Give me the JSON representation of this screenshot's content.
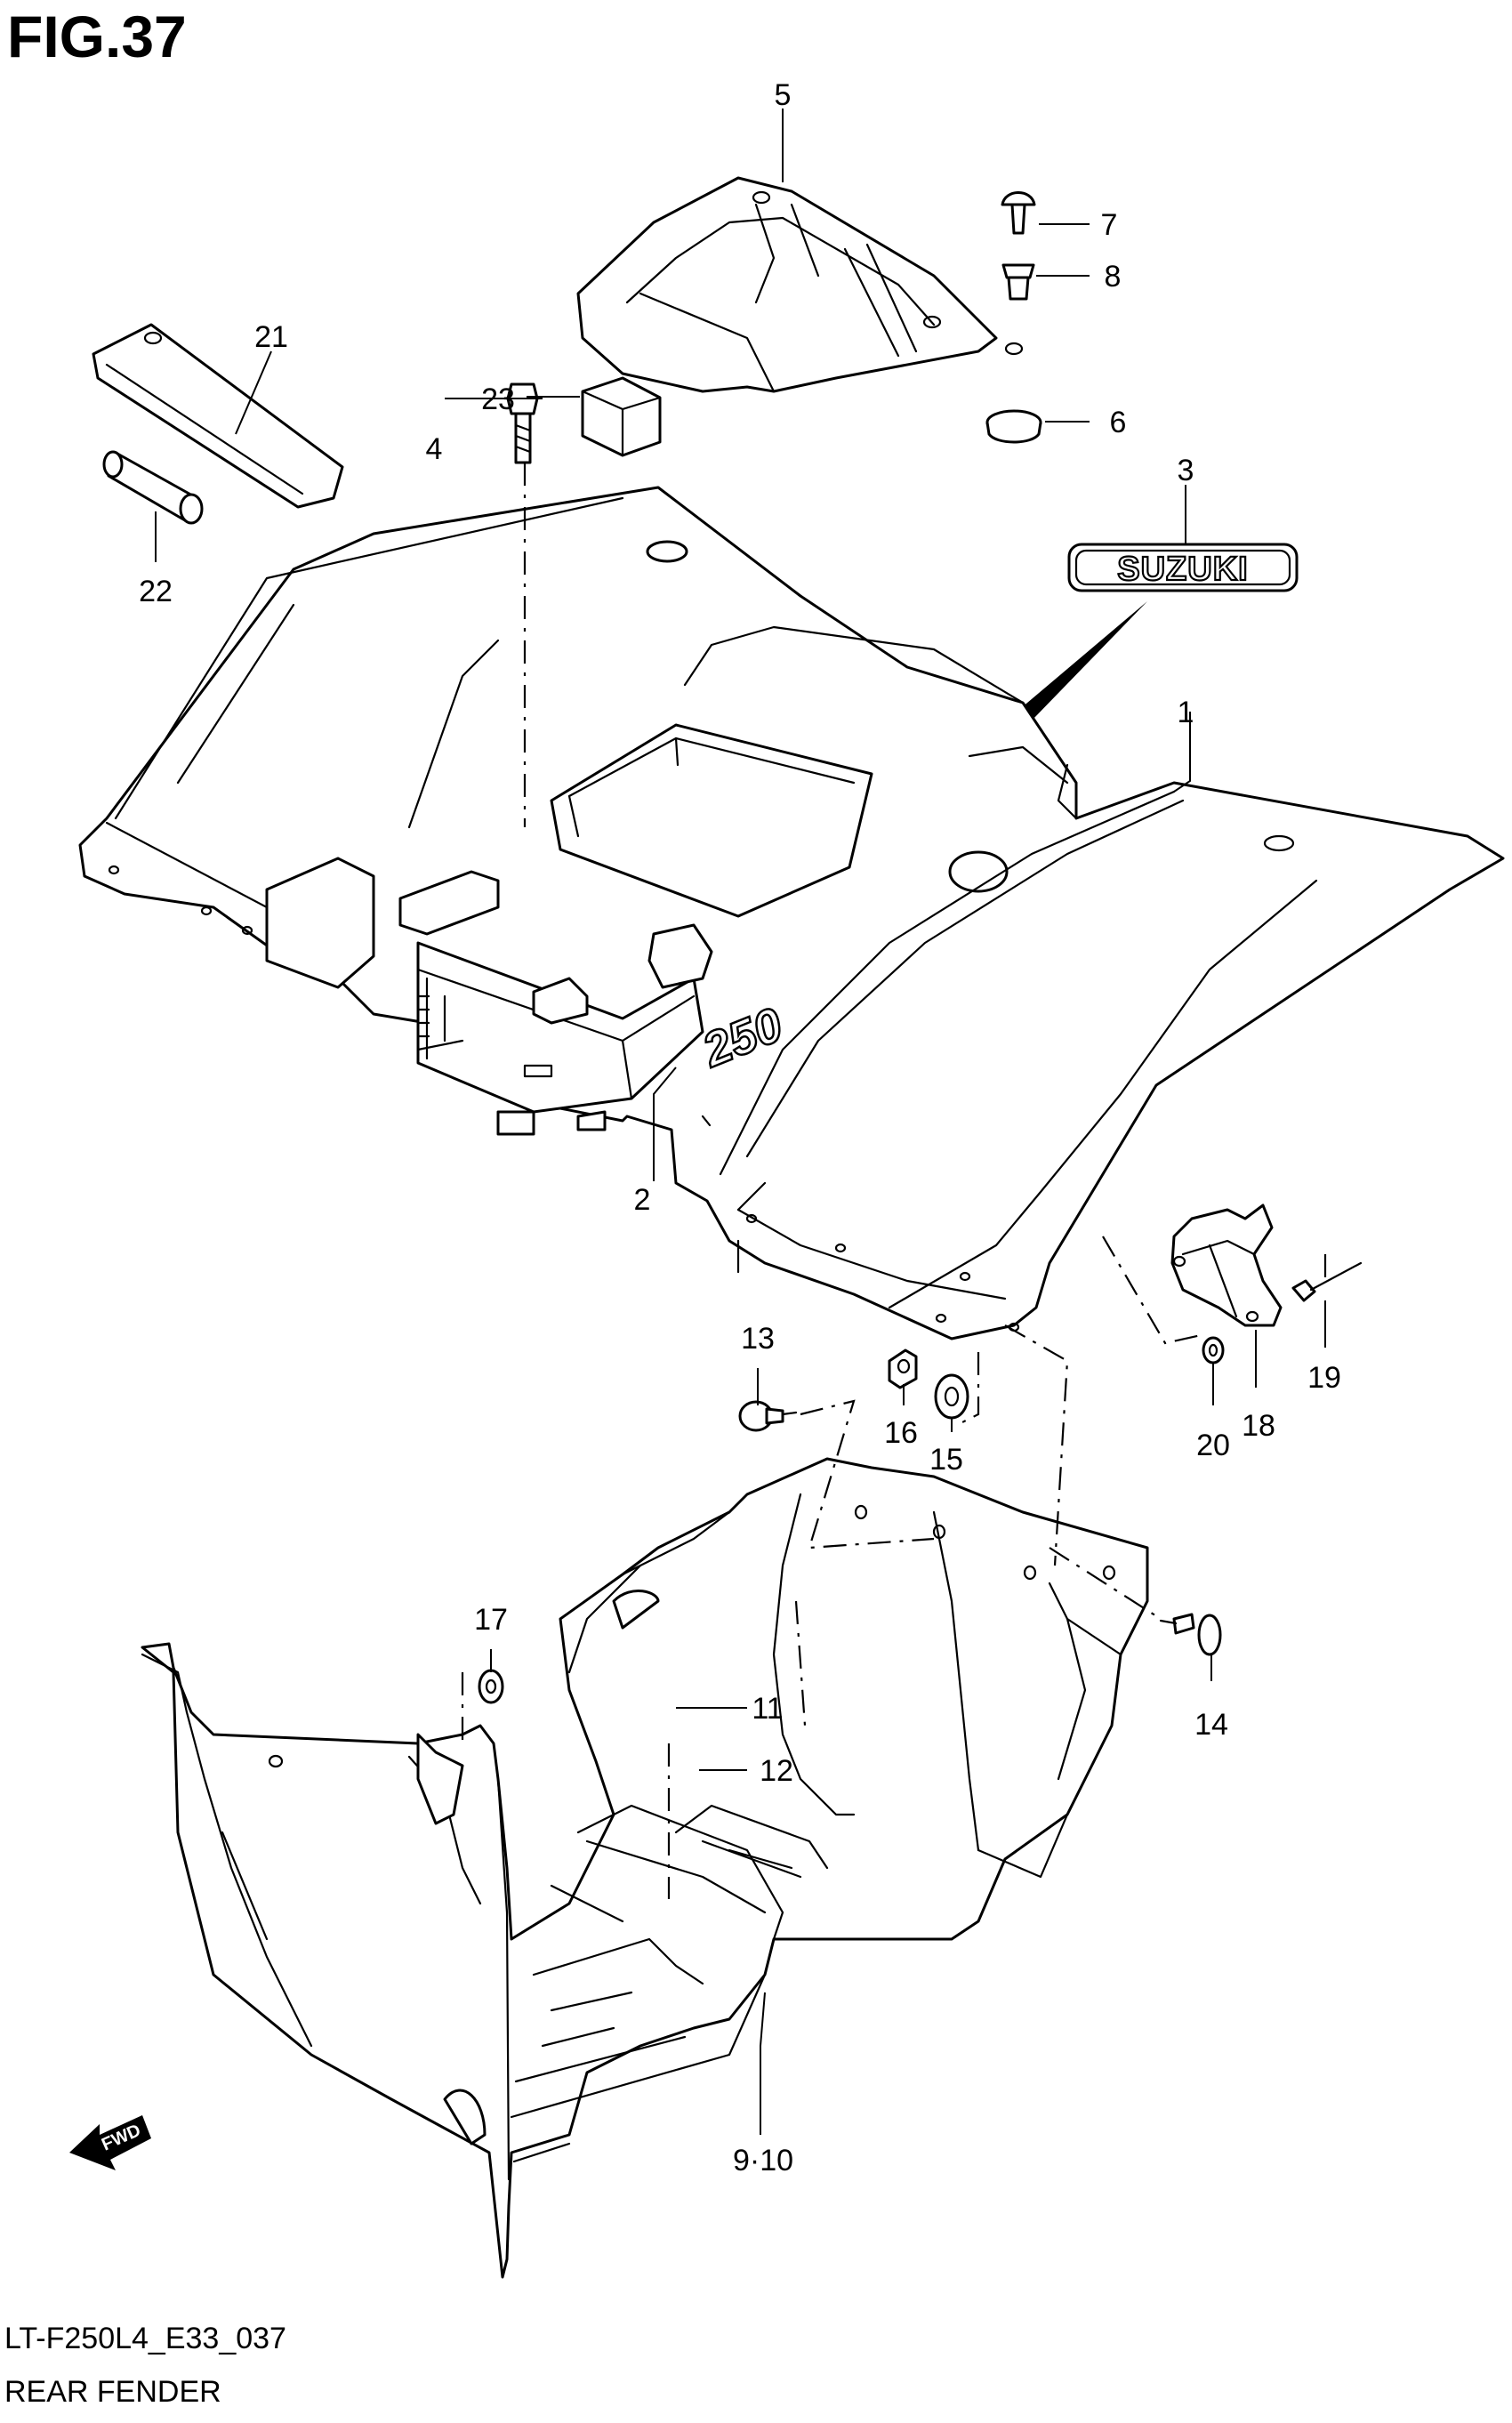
{
  "figure": {
    "title": "FIG.37",
    "model_code": "LT-F250L4_E33_037",
    "section_name": "REAR FENDER"
  },
  "logo": {
    "text": "SUZUKI"
  },
  "fender_marking": {
    "text": "250"
  },
  "direction_arrow": {
    "text": "FWD"
  },
  "callouts": [
    {
      "id": "c1",
      "label": "1"
    },
    {
      "id": "c2",
      "label": "2"
    },
    {
      "id": "c3",
      "label": "3"
    },
    {
      "id": "c4",
      "label": "4"
    },
    {
      "id": "c5",
      "label": "5"
    },
    {
      "id": "c6",
      "label": "6"
    },
    {
      "id": "c7",
      "label": "7"
    },
    {
      "id": "c8",
      "label": "8"
    },
    {
      "id": "c9-10",
      "label": "9·10"
    },
    {
      "id": "c11",
      "label": "11"
    },
    {
      "id": "c12",
      "label": "12"
    },
    {
      "id": "c13",
      "label": "13"
    },
    {
      "id": "c14",
      "label": "14"
    },
    {
      "id": "c15",
      "label": "15"
    },
    {
      "id": "c16",
      "label": "16"
    },
    {
      "id": "c17",
      "label": "17"
    },
    {
      "id": "c18",
      "label": "18"
    },
    {
      "id": "c19",
      "label": "19"
    },
    {
      "id": "c20",
      "label": "20"
    },
    {
      "id": "c21",
      "label": "21"
    },
    {
      "id": "c22",
      "label": "22"
    },
    {
      "id": "c23",
      "label": "23"
    }
  ]
}
